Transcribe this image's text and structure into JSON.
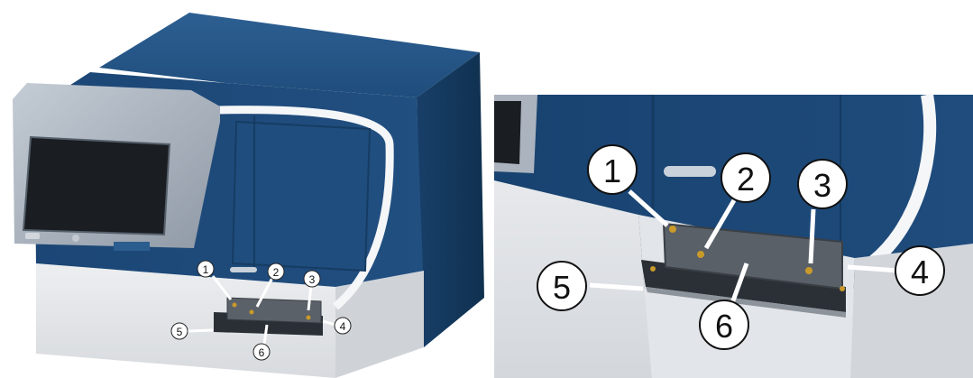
{
  "figure": {
    "overview": {
      "brand_label": "",
      "callouts": [
        "1",
        "2",
        "3",
        "4",
        "5",
        "6"
      ]
    },
    "detail": {
      "callouts": [
        "1",
        "2",
        "3",
        "4",
        "5",
        "6"
      ]
    }
  },
  "colors": {
    "body_blue": "#1d4a78",
    "body_blue_dark": "#163c63",
    "base_gray": "#e4e6e8",
    "screen_frame": "#aab3be",
    "screen": "#1a1d22",
    "accent_gold": "#c89a2a",
    "stripe_white": "#f4f6f8"
  }
}
